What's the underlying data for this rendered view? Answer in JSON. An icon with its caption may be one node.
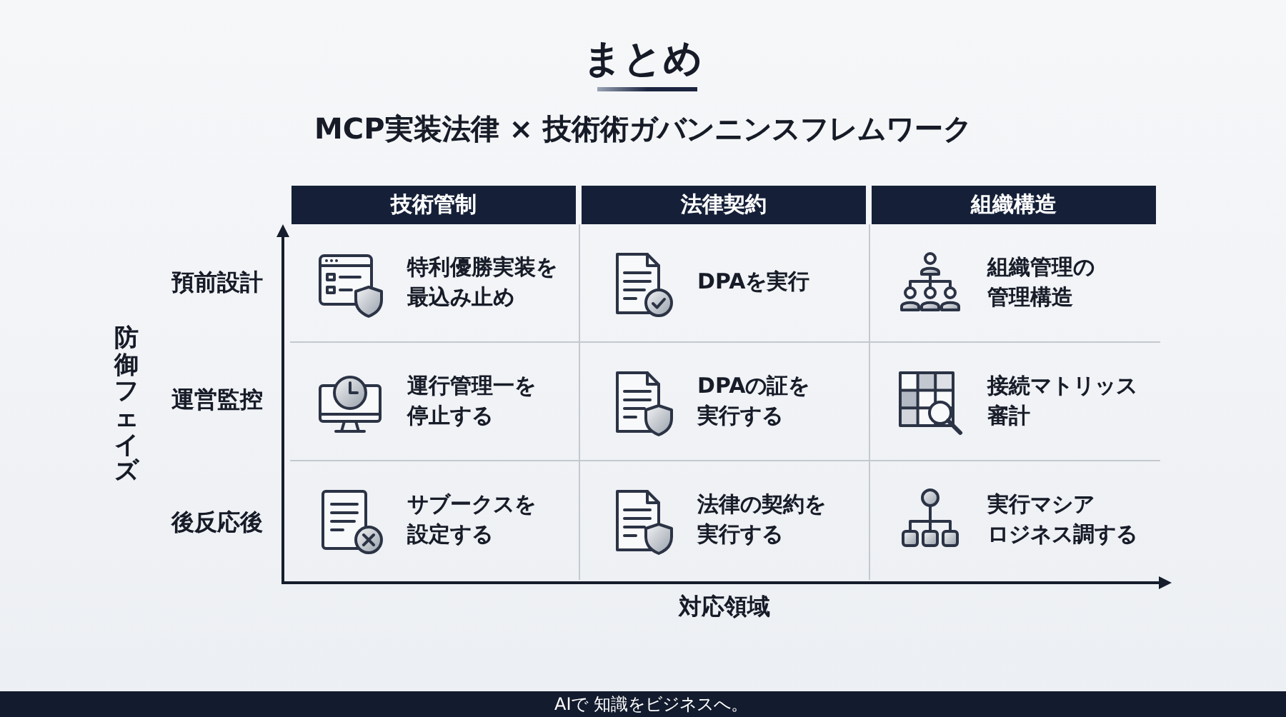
{
  "diagram": {
    "title": "まとめ",
    "nodes": [
      {
        "text": [
          "技術管制"
        ]
      },
      {
        "text": [
          "法律契約"
        ]
      },
      {
        "text": [
          "組織構造"
        ]
      },
      {
        "text": [
          "特利優勝実装を最込み止め"
        ]
      },
      {
        "text": [
          "DPAを実行"
        ]
      },
      {
        "text": [
          "組織管理の管理構造"
        ]
      },
      {
        "text": [
          "運行管理一を停止する"
        ]
      },
      {
        "text": [
          "DPAの証を実行する"
        ]
      },
      {
        "text": [
          "接続マトリッス審計"
        ]
      },
      {
        "text": [
          "サブークスを設定する"
        ]
      },
      {
        "text": [
          "法律の契約を実行する"
        ]
      },
      {
        "text": [
          "実行マシアロジネス調する"
        ]
      }
    ],
    "labels": [
      "MCP実装法律 × 技術術ガバンニンスフレムワーク",
      "防御フェイズ",
      "預前設計",
      "運営監控",
      "後反応後",
      "対応領域",
      "AIで 知識をビジネスへ。"
    ]
  }
}
